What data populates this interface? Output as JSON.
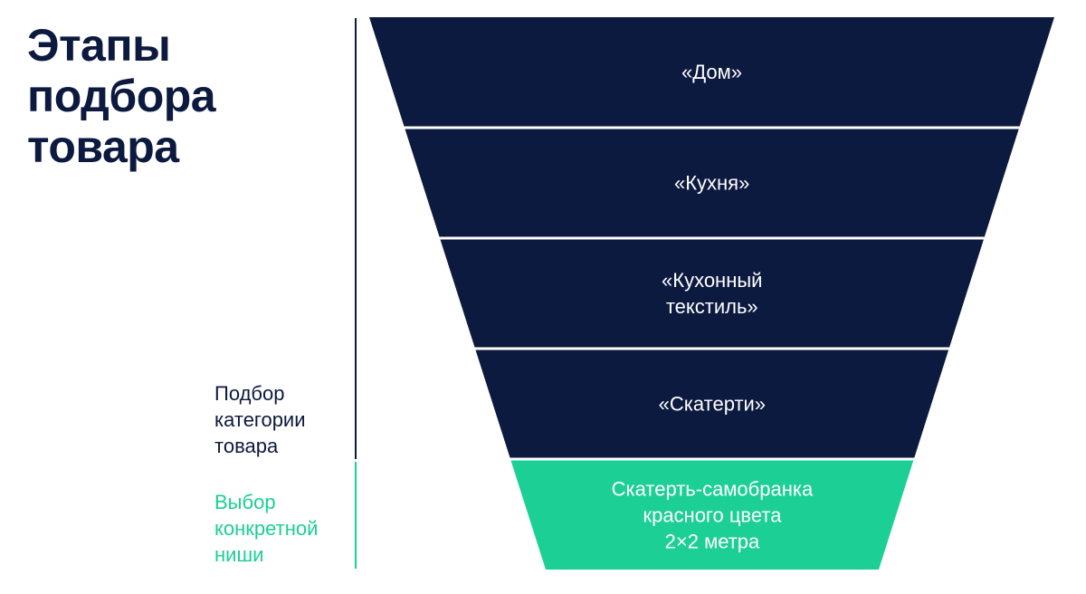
{
  "title": {
    "line1": "Этапы",
    "line2": "подбора",
    "line3": "товара"
  },
  "side_labels": {
    "category": {
      "line1": "Подбор",
      "line2": "категории",
      "line3": "товара"
    },
    "niche": {
      "line1": "Выбор",
      "line2": "конкретной",
      "line3": "ниши"
    }
  },
  "colors": {
    "dark": "#0d1a3f",
    "accent": "#1ccf95",
    "text_on_funnel": "#ffffff"
  },
  "funnel": {
    "levels": [
      {
        "lines": [
          "«Дом»"
        ],
        "color": "#0d1a3f"
      },
      {
        "lines": [
          "«Кухня»"
        ],
        "color": "#0d1a3f"
      },
      {
        "lines": [
          "«Кухонный",
          "текстиль»"
        ],
        "color": "#0d1a3f"
      },
      {
        "lines": [
          "«Скатерти»"
        ],
        "color": "#0d1a3f"
      },
      {
        "lines": [
          "Скатерть-самобранка",
          "красного цвета",
          "2×2 метра"
        ],
        "color": "#1ccf95"
      }
    ]
  }
}
